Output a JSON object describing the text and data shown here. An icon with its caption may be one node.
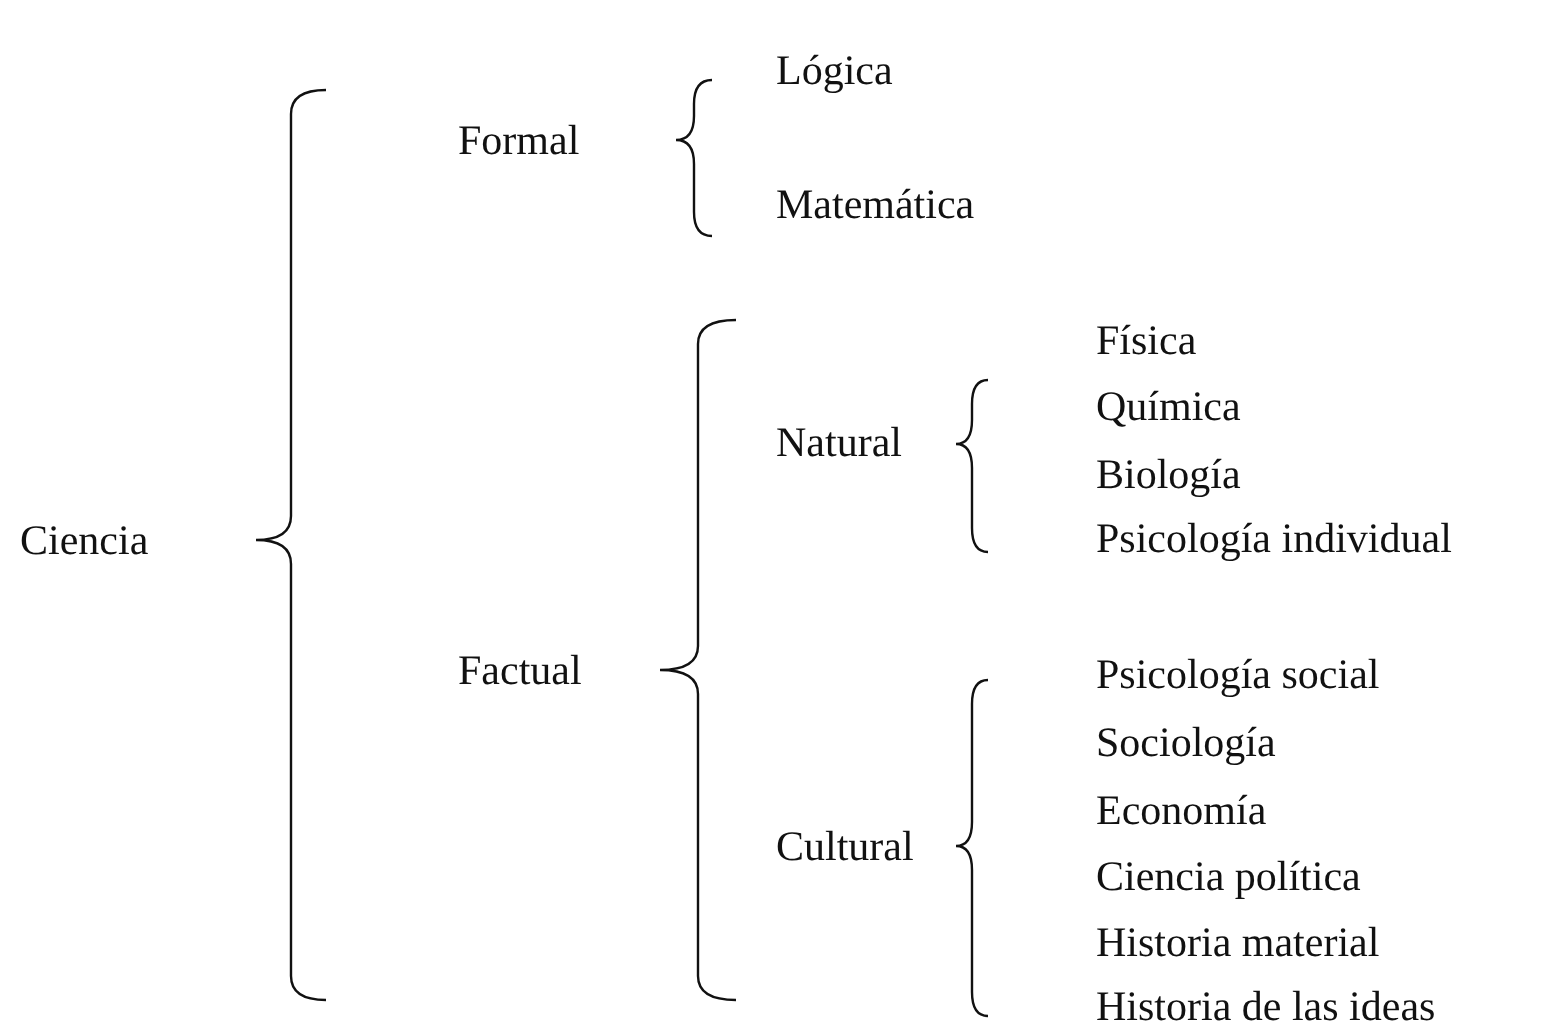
{
  "diagram": {
    "labels": [
      "Lógica",
      "Formal",
      "Matemática",
      "Física",
      "Química",
      "Natural",
      "Biología",
      "Ciencia",
      "Psicología individual",
      "Factual",
      "Psicología social",
      "Sociología",
      "Economía",
      "Cultural",
      "Ciencia política",
      "Historia material",
      "Historia de las ideas"
    ]
  }
}
